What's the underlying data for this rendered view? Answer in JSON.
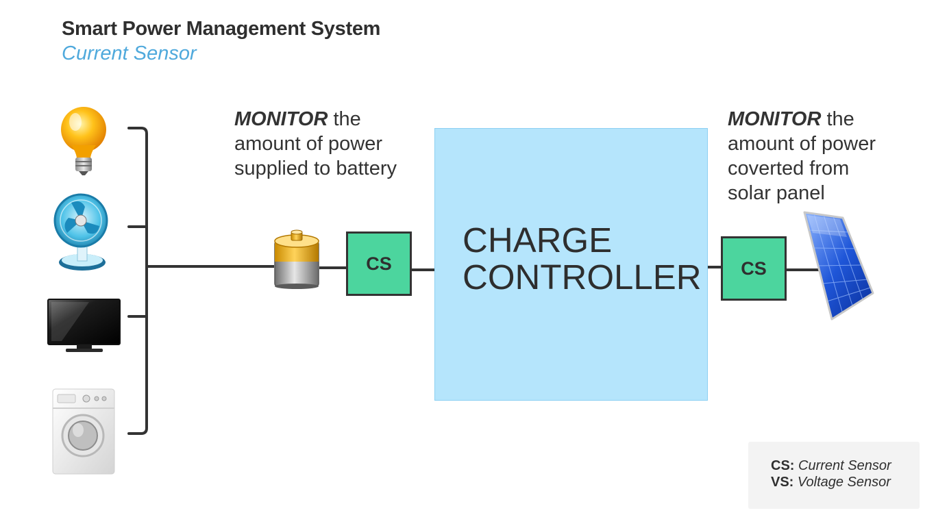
{
  "title": "Smart Power Management System",
  "subtitle": "Current Sensor",
  "annotations": {
    "left": {
      "emphasis": "MONITOR",
      "line1_rest": " the",
      "line2": "amount of power",
      "line3": "supplied to battery"
    },
    "right": {
      "emphasis": "MONITOR",
      "line1_rest": " the",
      "line2": "amount of power",
      "line3": "coverted from",
      "line4": "solar panel"
    }
  },
  "controller": {
    "line1": "CHARGE",
    "line2": "CONTROLLER"
  },
  "sensors": {
    "left_label": "CS",
    "right_label": "CS"
  },
  "legend": {
    "cs_key": "CS:",
    "cs_value": " Current Sensor",
    "vs_key": "VS:",
    "vs_value": " Voltage Sensor"
  },
  "icons": [
    "light-bulb-icon",
    "fan-icon",
    "television-icon",
    "washing-machine-icon",
    "battery-icon",
    "solar-panel-icon"
  ],
  "colors": {
    "controller_fill": "#b5e5fc",
    "sensor_fill": "#4cd59e",
    "subtitle": "#4fa9dc",
    "wire": "#333333"
  }
}
